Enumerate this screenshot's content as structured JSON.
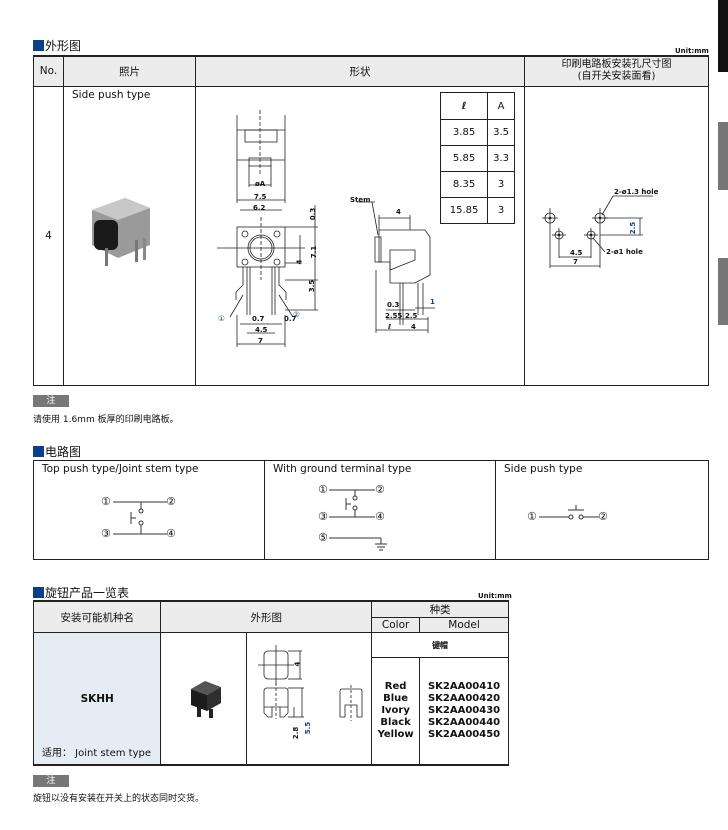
{
  "outline": {
    "title": "外形图",
    "unit": "Unit:mm",
    "headers": {
      "no": "No.",
      "photo": "照片",
      "shape": "形状",
      "pcb": "印刷电路板安装孔尺寸图",
      "pcb_sub": "(自开关安装面看)"
    },
    "row": {
      "no": "4",
      "type": "Side push type"
    },
    "dim_table": {
      "headers": [
        "ℓ",
        "A"
      ],
      "rows": [
        [
          "3.85",
          "3.5"
        ],
        [
          "5.85",
          "3.3"
        ],
        [
          "8.35",
          "3"
        ],
        [
          "15.85",
          "3"
        ]
      ]
    },
    "dims": {
      "phiA": "øA",
      "w75": "7.5",
      "w62": "6.2",
      "h03": "0.3",
      "h71": "7.1",
      "h4": "4",
      "h35": "3.5",
      "t1": "①",
      "t2": "②",
      "p07a": "0.7",
      "p07b": "0.7",
      "p45": "4.5",
      "p7": "7",
      "stem": "Stem",
      "s4": "4",
      "s03": "0.3",
      "s1": "1",
      "s255": "2.55",
      "s25": "2.5",
      "sl": "ℓ",
      "s4b": "4"
    },
    "pcb_dims": {
      "hole13": "2-ø1.3 hole",
      "hole1": "2-ø1 hole",
      "d25": "2.5",
      "d45": "4.5",
      "d7": "7"
    },
    "note_label": "注",
    "note": "请使用 1.6mm 板厚的印刷电路板。"
  },
  "circuit": {
    "title": "电路图",
    "cols": [
      "Top push type/Joint stem type",
      "With ground terminal type",
      "Side push type"
    ],
    "terminals": [
      "①",
      "②",
      "③",
      "④",
      "⑤"
    ]
  },
  "knob": {
    "title": "旋钮产品一览表",
    "unit": "Unit:mm",
    "headers": {
      "model_name": "安装可能机种名",
      "outline": "外形图",
      "kind": "种类",
      "color": "Color",
      "model": "Model"
    },
    "keycap": "键帽",
    "series": "SKHH",
    "applicable": "适用： Joint stem type",
    "dims": {
      "d4": "4",
      "d55": "5.5",
      "d28": "2.8"
    },
    "colors": [
      "Red",
      "Blue",
      "Ivory",
      "Black",
      "Yellow"
    ],
    "models": [
      "SK2AA00410",
      "SK2AA00420",
      "SK2AA00430",
      "SK2AA00440",
      "SK2AA00450"
    ],
    "note_label": "注",
    "note": "旋钮以没有安装在开关上的状态同时交货。"
  },
  "colors": {
    "accent": "#0b3f8c",
    "header_bg": "#ececec",
    "cell_bg": "#e6ecf3"
  }
}
